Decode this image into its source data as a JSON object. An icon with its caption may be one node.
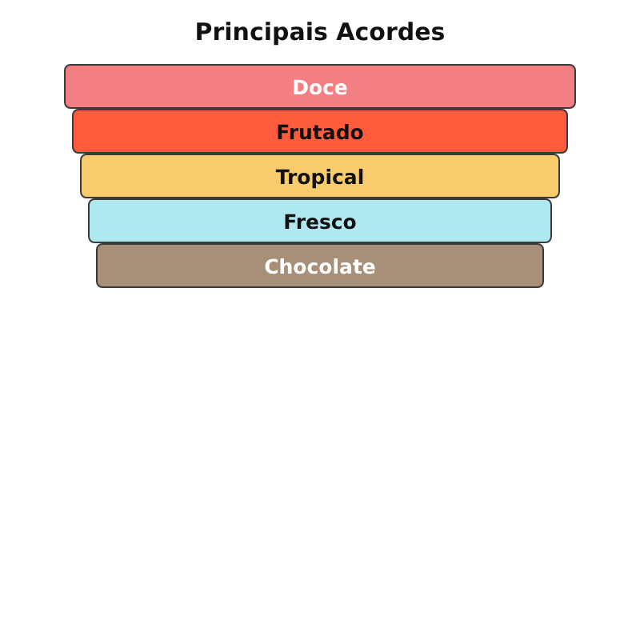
{
  "diagram": {
    "title": "Principais Acordes",
    "nodes": [
      {
        "text": [
          "Doce"
        ]
      },
      {
        "text": [
          "Frutado"
        ]
      },
      {
        "text": [
          "Tropical"
        ]
      },
      {
        "text": [
          "Fresco"
        ]
      },
      {
        "text": [
          "Chocolate"
        ]
      }
    ]
  }
}
